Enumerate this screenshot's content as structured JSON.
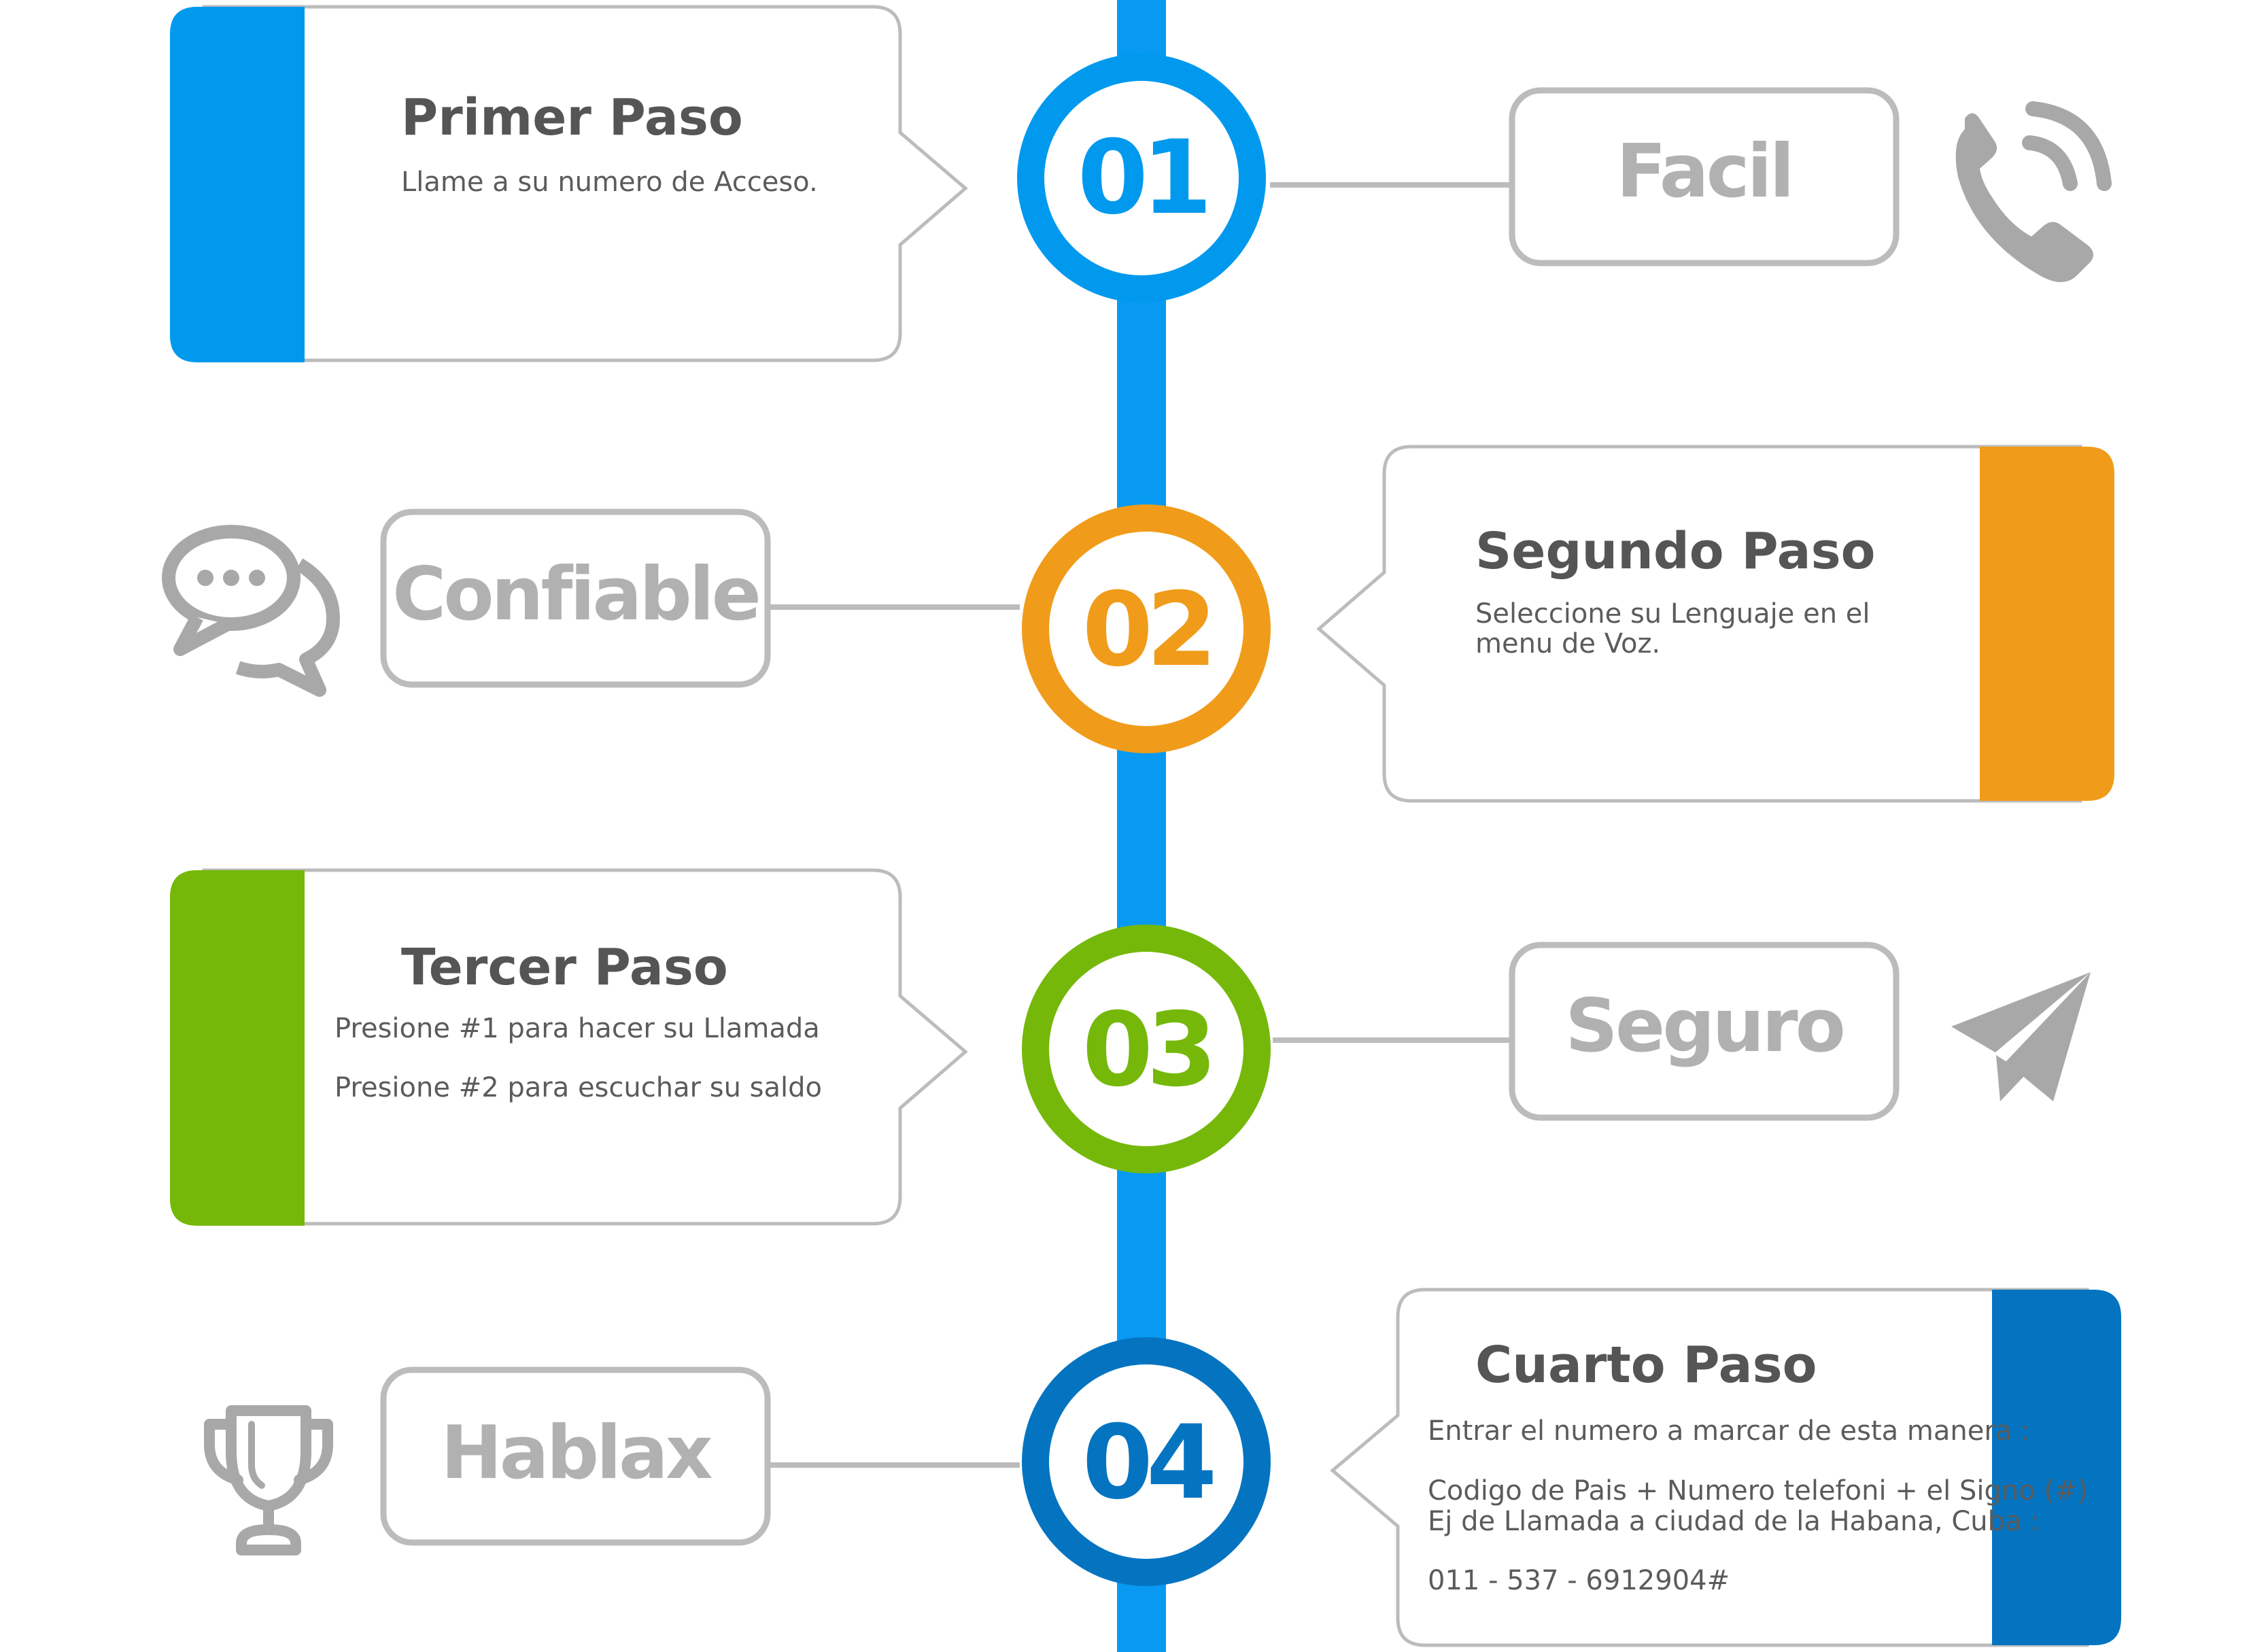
{
  "colors": {
    "step1": "#0099ee",
    "step2": "#f09c1a",
    "step3": "#75b80a",
    "step4": "#0474c1",
    "timeline": "#0899f2",
    "outline": "#bcbcbc",
    "title_text": "#555555",
    "label_text": "#b1b1b1"
  },
  "steps": [
    {
      "number": "01",
      "title": "Primer Paso",
      "desc": [
        "Llame a su numero de Acceso."
      ],
      "feature": "Facil",
      "icon": "phone-icon"
    },
    {
      "number": "02",
      "title": "Segundo Paso",
      "desc": [
        "Seleccione su Lenguaje en el",
        "menu de Voz."
      ],
      "feature": "Confiable",
      "icon": "chat-bubbles-icon"
    },
    {
      "number": "03",
      "title": "Tercer Paso",
      "desc": [
        "Presione #1 para hacer su Llamada",
        "Presione #2 para escuchar su saldo"
      ],
      "feature": "Seguro",
      "icon": "paper-plane-icon"
    },
    {
      "number": "04",
      "title": "Cuarto Paso",
      "desc": [
        "Entrar el numero a marcar de esta manera :",
        "Codigo de Pais + Numero telefoni + el Signo (#)",
        "Ej de Llamada a ciudad de la Habana, Cuba :",
        "011 - 537 - 6912904#"
      ],
      "feature": "Hablax",
      "icon": "trophy-icon"
    }
  ]
}
